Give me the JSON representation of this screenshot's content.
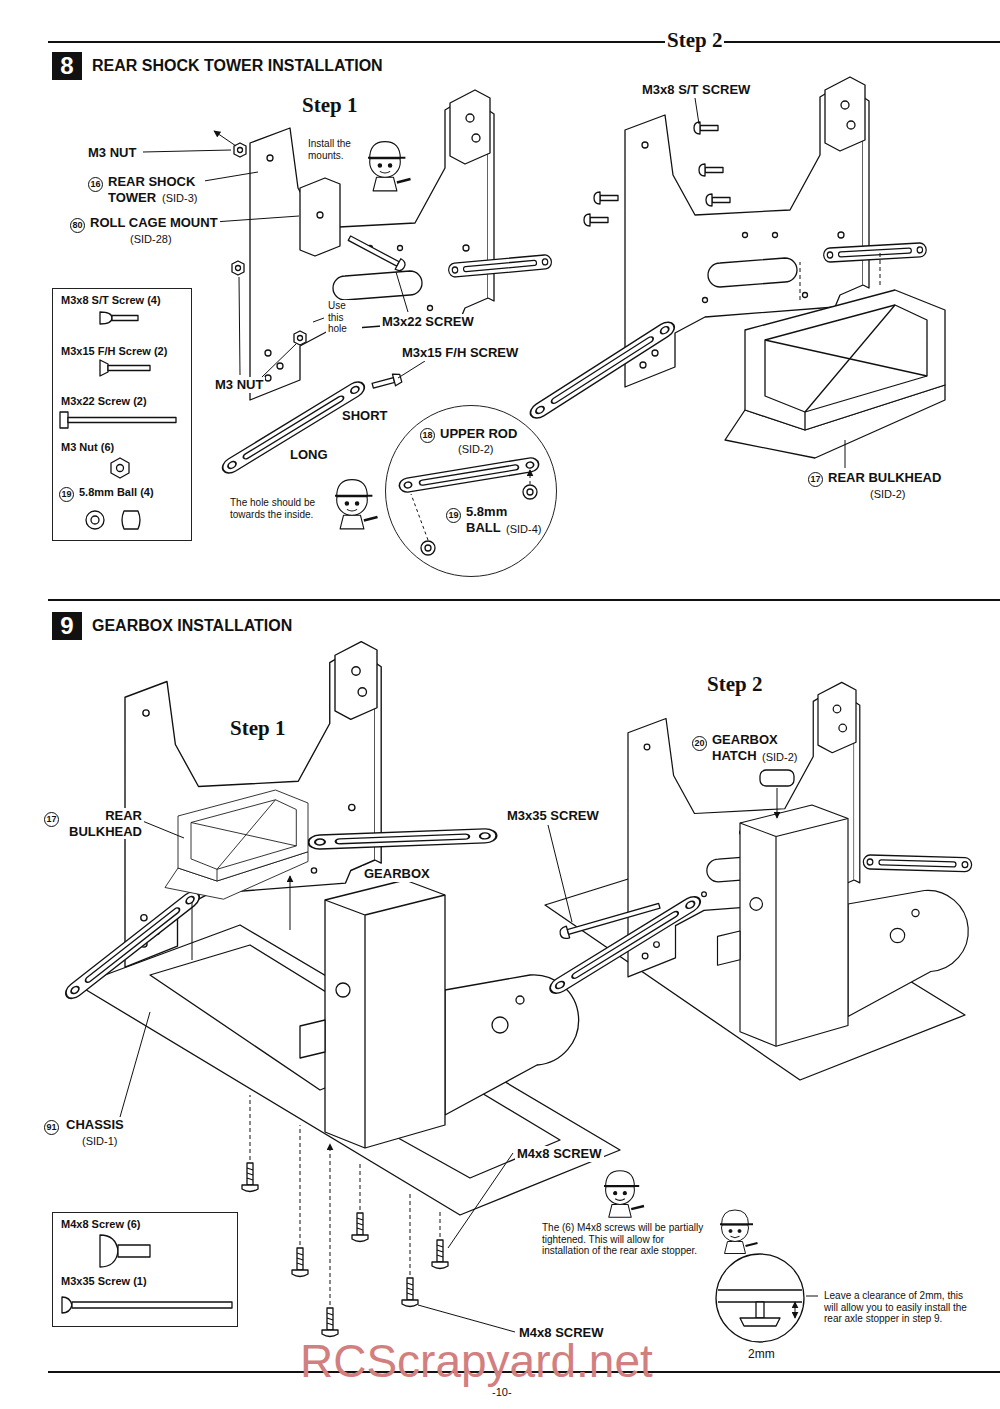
{
  "diagram": {
    "nodes": [
      {
        "text": [
          "8",
          "REAR SHOCK TOWER INSTALLATION"
        ]
      },
      {
        "text": [
          "M3x8 S/T Screw (4)",
          "M3x15 F/H Screw (2)",
          "M3x22 Screw (2)",
          "M3 Nut (6)",
          "19",
          "5.8mm Ball (4)"
        ]
      },
      {
        "text": [
          "18",
          "UPPER ROD",
          "(SID-2)",
          "19",
          "5.8mm BALL",
          "(SID-4)"
        ]
      },
      {
        "text": [
          "9",
          "GEARBOX INSTALLATION"
        ]
      },
      {
        "text": [
          "M4x8 Screw (6)",
          "M3x35 Screw (1)"
        ]
      }
    ],
    "labels": [
      "Step 1",
      "M3 NUT",
      "16",
      "REAR SHOCK TOWER",
      "(SID-3)",
      "80",
      "ROLL CAGE MOUNT",
      "(SID-28)",
      "Install the mounts.",
      "Use this hole",
      "M3x22 SCREW",
      "M3 NUT",
      "M3x15 F/H SCREW",
      "SHORT",
      "LONG",
      "The hole should be towards the inside.",
      "Step 2",
      "M3x8 S/T SCREW",
      "17",
      "REAR BULKHEAD",
      "(SID-2)",
      "Step 1",
      "17",
      "REAR BULKHEAD",
      "GEARBOX",
      "91",
      "CHASSIS",
      "(SID-1)",
      "M4x8 SCREW",
      "M4x8 SCREW",
      "The (6) M4x8 screws will be partially tightened. This will allow for installation of the rear axle stopper.",
      "Step 2",
      "20",
      "GEARBOX HATCH",
      "(SID-2)",
      "M3x35 SCREW",
      "Leave a clearance of 2mm, this will allow you to easily install the rear axle stopper in step 9.",
      "2mm",
      "-10-",
      "RCScrapyard.net"
    ]
  }
}
